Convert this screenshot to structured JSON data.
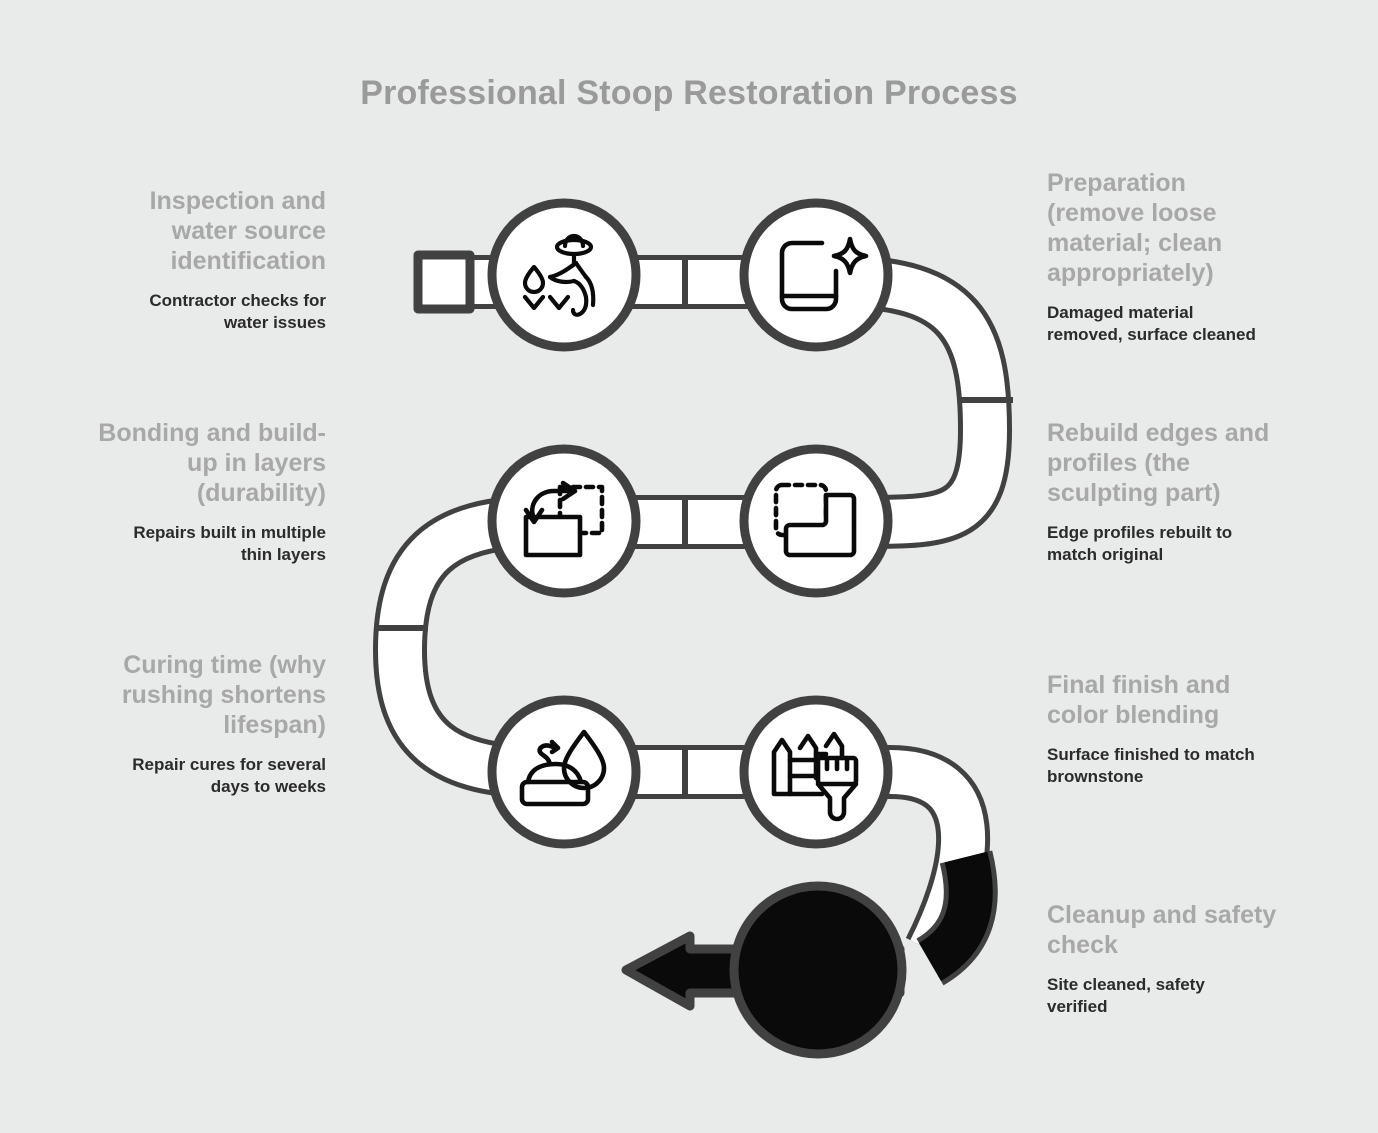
{
  "title": "Professional Stoop Restoration Process",
  "theme": {
    "background": "#e9eaea",
    "ribbon_fill": "#ffffff",
    "ribbon_stroke": "#414141",
    "final_node_fill": "#0a0a0a",
    "title_color": "#9a9a9a",
    "step_title_color": "#a8a8a8",
    "step_desc_color": "#2b2b2b",
    "icon_color": "#0a0a0a"
  },
  "steps": [
    {
      "index": 1,
      "side": "left",
      "title": "Inspection and\nwater source\nidentification",
      "description": "Contractor checks for\nwater issues",
      "icon": "inspector-water-droplets-icon"
    },
    {
      "index": 2,
      "side": "right",
      "title": "Preparation\n(remove loose\nmaterial; clean\nappropriately)",
      "description": "Damaged material\nremoved, surface cleaned",
      "icon": "clean-surface-sparkle-icon"
    },
    {
      "index": 3,
      "side": "left",
      "title": "Bonding and build-\nup in layers\n(durability)",
      "description": "Repairs built in multiple\nthin layers",
      "icon": "resize-layers-arrow-icon"
    },
    {
      "index": 4,
      "side": "right",
      "title": "Rebuild edges and\nprofiles (the\nsculpting part)",
      "description": "Edge profiles rebuilt to\nmatch original",
      "icon": "edge-profile-shape-icon"
    },
    {
      "index": 5,
      "side": "left",
      "title": "Curing time (why\nrushing shortens\nlifespan)",
      "description": "Repair cures for several\ndays to weeks",
      "icon": "mortar-mound-waterdrop-icon"
    },
    {
      "index": 6,
      "side": "right",
      "title": "Final finish and\ncolor blending",
      "description": "Surface finished to match\nbrownstone",
      "icon": "fence-paintbrush-icon"
    },
    {
      "index": 7,
      "side": "right",
      "title": "Cleanup and safety\ncheck",
      "description": "Site cleaned, safety\nverified",
      "icon": "filled-arrow-node-icon"
    }
  ]
}
